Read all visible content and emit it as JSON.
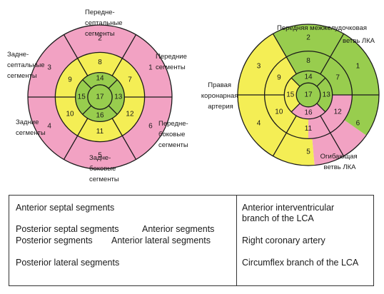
{
  "colors": {
    "pink": "#f2a2c3",
    "yellow": "#f4ee55",
    "green": "#98cd4e",
    "line": "#1a1a1a"
  },
  "left_diagram": {
    "labels": {
      "anterior_septal": [
        "Передне-",
        "септальные",
        "сегменты"
      ],
      "anterior": [
        "Передние",
        "сегменты"
      ],
      "posterior_septal": [
        "Задне-",
        "септальные",
        "сегменты"
      ],
      "posterior": [
        "Задние",
        "сегменты"
      ],
      "anterior_lateral": [
        "Передне-",
        "боковые",
        "сегменты"
      ],
      "posterior_lateral": [
        "Задне-",
        "боковые",
        "сегменты"
      ]
    },
    "segments": [
      "1",
      "2",
      "3",
      "4",
      "5",
      "6",
      "7",
      "8",
      "9",
      "10",
      "11",
      "12",
      "13",
      "14",
      "15",
      "16",
      "17"
    ]
  },
  "right_diagram": {
    "labels": {
      "lad": [
        "Передняя межжелудочковая",
        "ветвь ЛКА"
      ],
      "rca": [
        "Правая",
        "коронарная",
        "артерия"
      ],
      "circumflex": [
        "Огибающая",
        "ветвь ЛКА"
      ]
    },
    "segments": [
      "1",
      "2",
      "3",
      "4",
      "5",
      "6",
      "7",
      "8",
      "9",
      "10",
      "11",
      "12",
      "13",
      "14",
      "15",
      "16",
      "17"
    ]
  },
  "legend": {
    "left": {
      "anterior_septal": "Anterior septal segments",
      "posterior_septal": "Posterior septal segments",
      "anterior": "Anterior segments",
      "posterior": "Posterior segments",
      "anterior_lateral": "Anterior lateral segments",
      "posterior_lateral": "Posterior lateral segments"
    },
    "right": {
      "lad": [
        "Anterior interventricular",
        "branch of the LCA"
      ],
      "rca": "Right coronary artery",
      "circumflex": "Circumflex branch of the LCA"
    }
  }
}
